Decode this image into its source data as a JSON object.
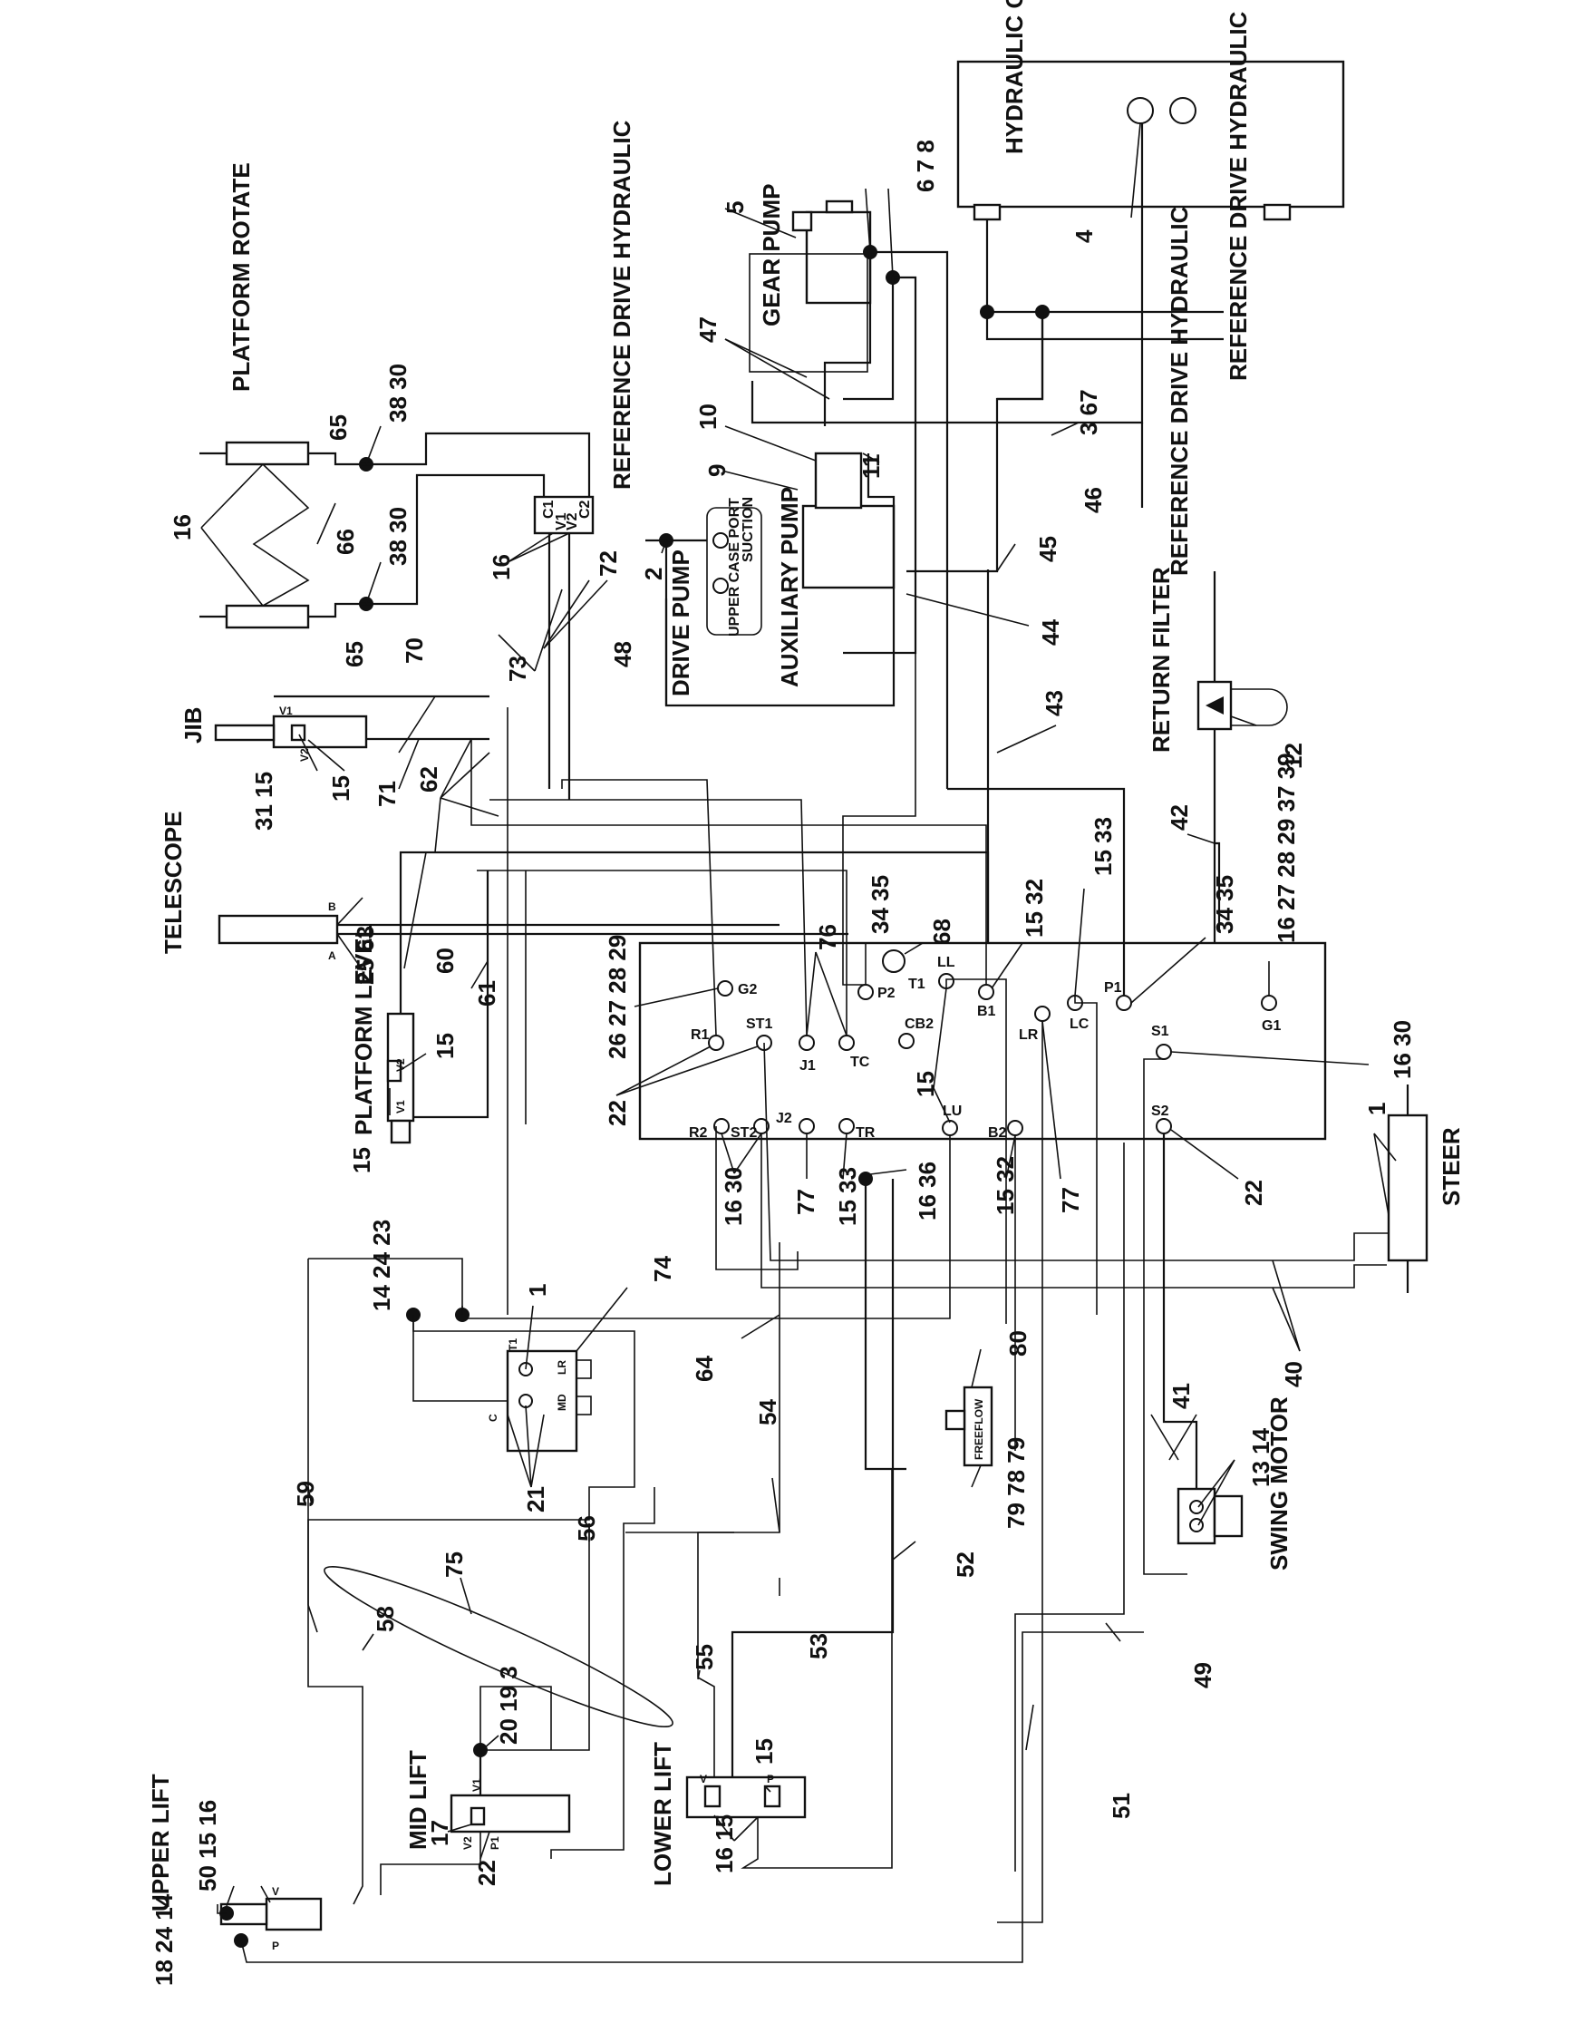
{
  "components": {
    "hydraulic_oil_tank": "HYDRAULIC OIL TANK",
    "gear_pump": "GEAR PUMP",
    "drive_pump": "DRIVE PUMP",
    "auxiliary_pump": "AUXILIARY PUMP",
    "return_filter": "RETURN FILTER",
    "platform_rotate": "PLATFORM ROTATE",
    "jib": "JIB",
    "telescope": "TELESCOPE",
    "platform_level": "PLATFORM LEVEL",
    "steer": "STEER",
    "swing_motor": "SWING MOTOR",
    "mid_lift": "MID LIFT",
    "lower_lift": "LOWER LIFT",
    "upper_lift": "UPPER LIFT",
    "freeflow": "FREEFLOW",
    "suction": "SUCTION",
    "upper_case_port": "UPPER CASE PORT"
  },
  "reference_note": "REFERENCE DRIVE HYDRAULIC",
  "manifold_ports": [
    "G2",
    "R1",
    "ST1",
    "J1",
    "TC",
    "P2",
    "T1",
    "CB2",
    "LL",
    "B1",
    "LR",
    "LC",
    "P1",
    "S1",
    "G1",
    "R2",
    "ST2",
    "J2",
    "TR",
    "LU",
    "B2",
    "S2"
  ],
  "valve_ports": {
    "lr": "LR",
    "md": "MD",
    "t1": "T1",
    "c": "C",
    "c1": "C1",
    "v1": "V1",
    "v2": "V2",
    "c2": "C2",
    "a": "A",
    "b": "B",
    "v": "V",
    "p": "P",
    "p1": "P1"
  },
  "callouts": {
    "c_5": "5",
    "c_678": "6 7 8",
    "c_4": "4",
    "c_47": "47",
    "c_10": "10",
    "c_9": "9",
    "c_11": "11",
    "c_367": "3 67",
    "c_46": "46",
    "c_45": "45",
    "c_44": "44",
    "c_43": "43",
    "c_42": "42",
    "c_12": "12",
    "c_2": "2",
    "c_48": "48",
    "c_3830a": "38 30",
    "c_3830b": "38 30",
    "c_65a": "65",
    "c_65b": "65",
    "c_66": "66",
    "c_16a": "16",
    "c_16b": "16",
    "c_72": "72",
    "c_73": "73",
    "c_70": "70",
    "c_71": "71",
    "c_3115": "31 15",
    "c_15a": "15",
    "c_62": "62",
    "c_2563": "25 63",
    "c_60": "60",
    "c_61": "61",
    "c_15b": "15",
    "c_15c": "15",
    "c_26272829": "26 27 28 29",
    "c_76": "76",
    "c_3435": "34 35",
    "c_68": "68",
    "c_1532a": "15 32",
    "c_1533a": "15 33",
    "c_3435b": "34 35",
    "c_16272829": "16 27 28 29 37 39",
    "c_1630a": "16 30",
    "c_22a": "22",
    "c_15d": "15",
    "c_1630b": "16 30",
    "c_77a": "77",
    "c_1533b": "15 33",
    "c_1636": "16 36",
    "c_1532b": "15 32",
    "c_77b": "77",
    "c_22b": "22",
    "c_1a": "1",
    "c_142423": "14 24 23",
    "c_1b": "1",
    "c_74": "74",
    "c_64": "64",
    "c_80": "80",
    "c_7879": "79 78 79",
    "c_40": "40",
    "c_41": "41",
    "c_1314": "13 14",
    "c_21": "21",
    "c_59": "59",
    "c_75": "75",
    "c_54": "54",
    "c_56": "56",
    "c_52": "52",
    "c_58": "58",
    "c_53": "53",
    "c_55": "55",
    "c_49": "49",
    "c_20193": "20 19 3",
    "c_15e": "15",
    "c_17": "17",
    "c_22c": "22",
    "c_1616": "16 15",
    "c_51": "51",
    "c_501516": "50 15 16",
    "c_182414": "18 24 14"
  }
}
